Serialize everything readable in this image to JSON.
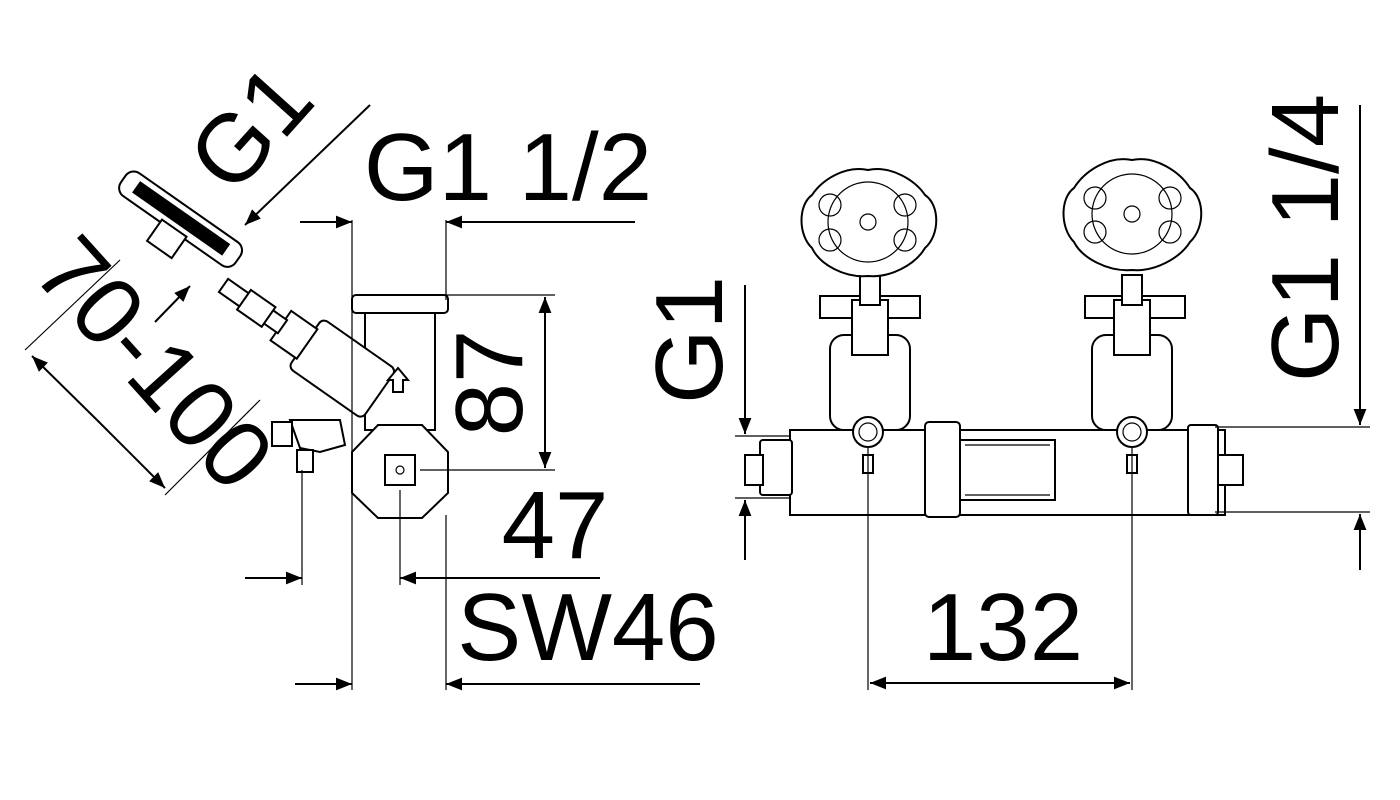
{
  "dimensions": {
    "left_thread_diag": "G1",
    "top_thread": "G1 1/2",
    "height_left": "87",
    "diag_length": "70-100",
    "width_47": "47",
    "wrench_size": "SW46",
    "right_thread_left": "G1",
    "right_thread_right": "G1 1/4",
    "spacing": "132"
  },
  "colors": {
    "line": "#000000",
    "background": "#ffffff"
  }
}
